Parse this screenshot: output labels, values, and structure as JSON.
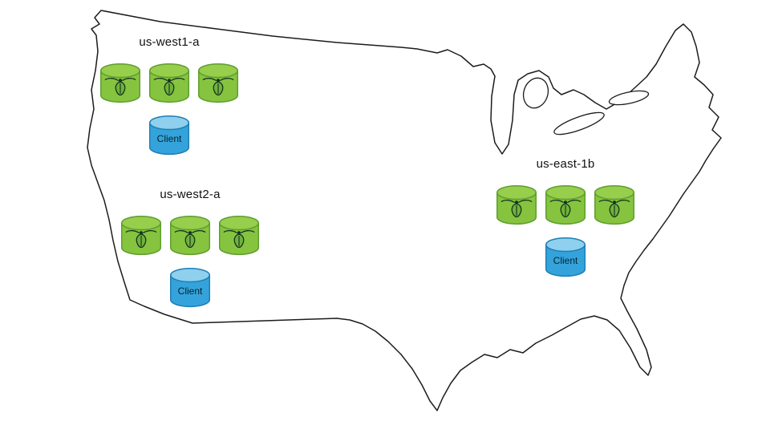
{
  "diagram": {
    "type": "deployment-map",
    "map_name": "united-states-outline"
  },
  "regions": [
    {
      "id": "us-west1-a",
      "label": "us-west1-a",
      "node_count": 3,
      "node_icon": "cockroach-icon",
      "client_label": "Client"
    },
    {
      "id": "us-west2-a",
      "label": "us-west2-a",
      "node_count": 3,
      "node_icon": "cockroach-icon",
      "client_label": "Client"
    },
    {
      "id": "us-east-1b",
      "label": "us-east-1b",
      "node_count": 3,
      "node_icon": "cockroach-icon",
      "client_label": "Client"
    }
  ],
  "colors": {
    "node_fill": "#86C440",
    "node_top_fill": "#97CE4C",
    "node_stroke": "#5E9E2E",
    "client_fill": "#35A3DB",
    "client_top_fill": "#8ED0ED",
    "client_stroke": "#1D7FB5",
    "map_stroke": "#1c1c1c",
    "bug_dark": "#17331f"
  }
}
